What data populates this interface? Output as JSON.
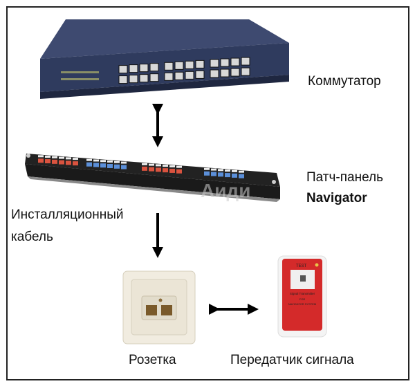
{
  "labels": {
    "switch": "Коммутатор",
    "patch_panel": "Патч-панель",
    "patch_panel_brand": "Navigator",
    "cable_line1": "Инсталляционный",
    "cable_line2": "кабель",
    "socket": "Розетка",
    "transmitter": "Передатчик сигнала"
  },
  "device_text": {
    "transmitter_top": "TEST",
    "transmitter_line1": "Signal Transmitter",
    "transmitter_line2": "FOR",
    "transmitter_line3": "NAVIGATOR SYSTEM"
  },
  "watermark": "Аиди",
  "colors": {
    "switch_body": "#2f3b5e",
    "port_red": "#d9533f",
    "port_blue": "#5b8fd9",
    "transmitter_red": "#d42a2a"
  }
}
